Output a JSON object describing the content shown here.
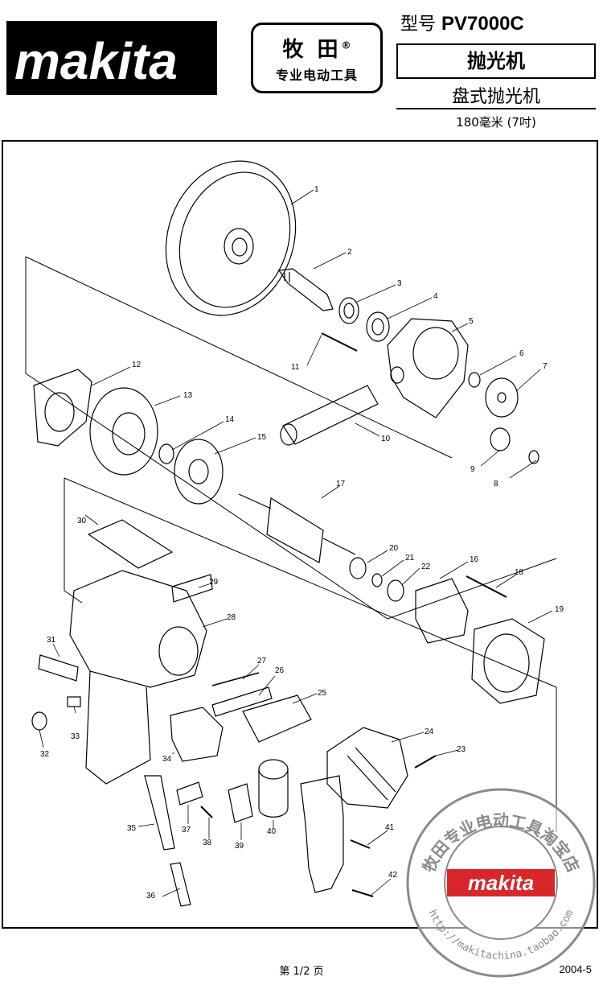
{
  "brand": {
    "logo_text": "makita",
    "registered": "®",
    "chinese_name": "牧 田",
    "chinese_registered": "®",
    "tagline": "专业电动工具"
  },
  "header": {
    "model_label": "型号",
    "model_number": "PV7000C",
    "product_name": "抛光机",
    "product_type": "盘式抛光机",
    "size": "180毫米 (7吋)"
  },
  "parts": [
    "1",
    "2",
    "3",
    "4",
    "5",
    "6",
    "7",
    "8",
    "9",
    "10",
    "11",
    "12",
    "13",
    "14",
    "15",
    "16",
    "17",
    "18",
    "19",
    "20",
    "21",
    "22",
    "23",
    "24",
    "25",
    "26",
    "27",
    "28",
    "29",
    "30",
    "31",
    "32",
    "33",
    "34",
    "35",
    "36",
    "37",
    "38",
    "39",
    "40",
    "41",
    "42"
  ],
  "footer": {
    "page": "第 1/2 页",
    "date": "2004-5"
  },
  "watermark": {
    "ring_text_top": "牧田专业电动工具淘宝店",
    "ring_text_bottom": "http://makitachina.taobao.com",
    "logo_text": "makita"
  },
  "colors": {
    "ink": "#000000",
    "stamp_red": "#d8262b",
    "stamp_gray": "#8a8a8a"
  }
}
